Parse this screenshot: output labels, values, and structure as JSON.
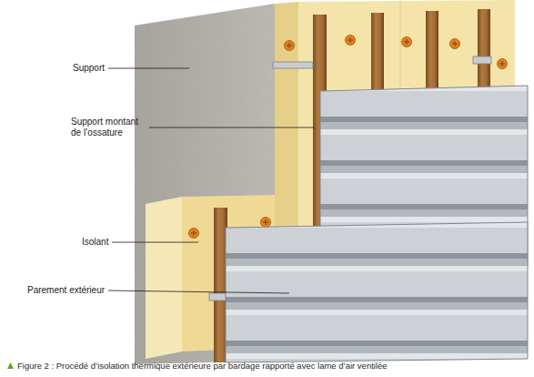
{
  "diagram": {
    "caption": "Figure 2 : Procédé d’isolation thermique extérieure par bardage rapporté avec lame d’air ventilée",
    "labels": [
      "Support",
      "Support montant de l’ossature",
      "Isolant",
      "Parement extérieur"
    ]
  }
}
